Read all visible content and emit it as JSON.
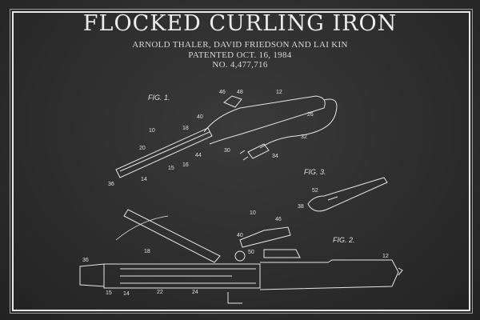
{
  "title": "FLOCKED CURLING IRON",
  "inventors": "ARNOLD THALER, DAVID FRIEDSON AND LAI KIN",
  "patented": "PATENTED OCT. 16, 1984",
  "number": "NO. 4,477,716",
  "figures": {
    "fig1": "FIG. 1.",
    "fig2": "FIG. 2.",
    "fig3": "FIG. 3."
  },
  "colors": {
    "background": "#2b2b2b",
    "lines": "#e8e8e8"
  }
}
